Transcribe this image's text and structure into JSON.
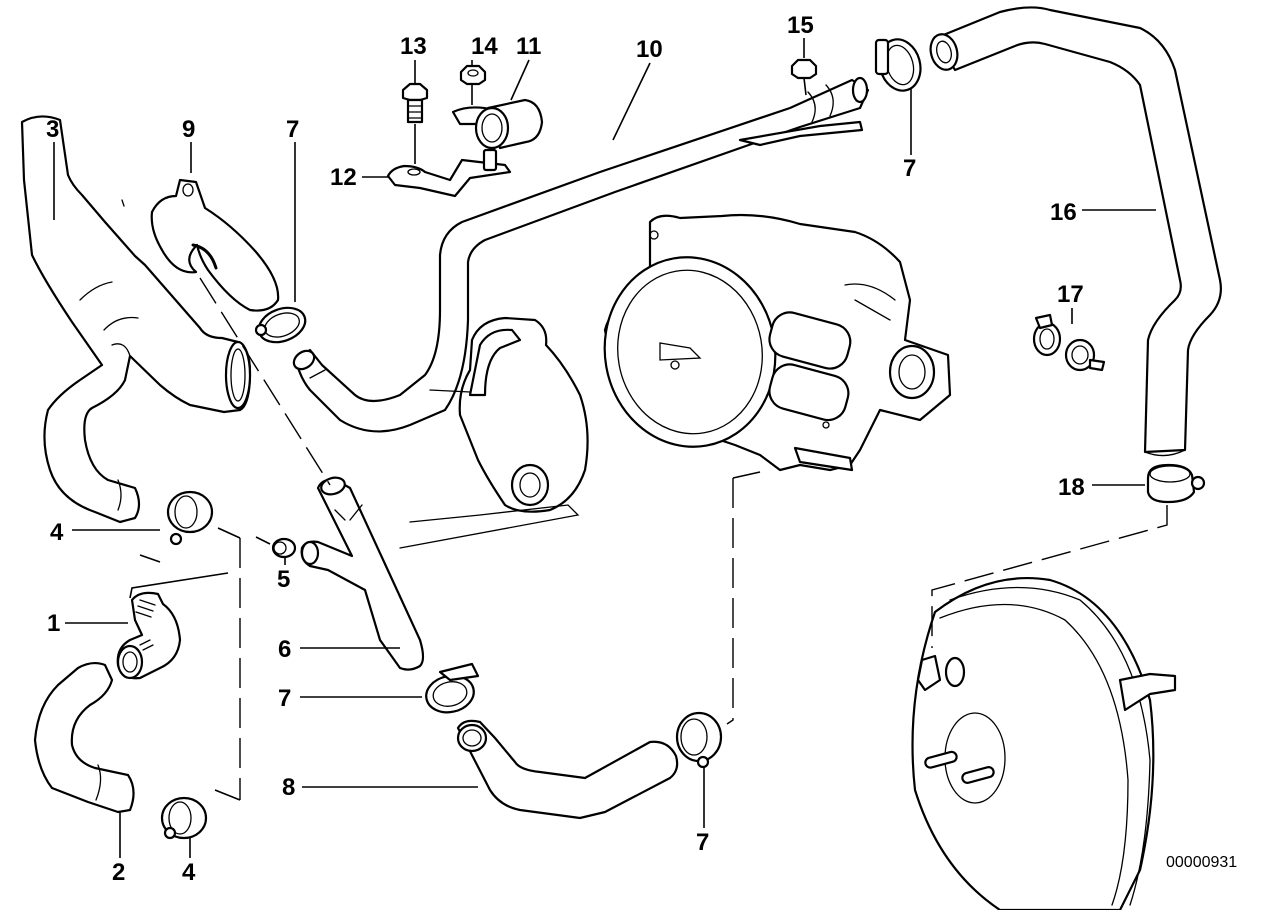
{
  "diagram": {
    "type": "exploded-parts-diagram",
    "reference_number": "00000931",
    "line_color": "#000000",
    "background": "#ffffff",
    "callouts": [
      {
        "id": "c1",
        "label": "1"
      },
      {
        "id": "c2",
        "label": "2"
      },
      {
        "id": "c3",
        "label": "3"
      },
      {
        "id": "c4a",
        "label": "4"
      },
      {
        "id": "c4b",
        "label": "4"
      },
      {
        "id": "c5",
        "label": "5"
      },
      {
        "id": "c6",
        "label": "6"
      },
      {
        "id": "c7a",
        "label": "7"
      },
      {
        "id": "c7b",
        "label": "7"
      },
      {
        "id": "c7c",
        "label": "7"
      },
      {
        "id": "c7d",
        "label": "7"
      },
      {
        "id": "c8",
        "label": "8"
      },
      {
        "id": "c9",
        "label": "9"
      },
      {
        "id": "c10",
        "label": "10"
      },
      {
        "id": "c11",
        "label": "11"
      },
      {
        "id": "c12",
        "label": "12"
      },
      {
        "id": "c13",
        "label": "13"
      },
      {
        "id": "c14",
        "label": "14"
      },
      {
        "id": "c15",
        "label": "15"
      },
      {
        "id": "c16",
        "label": "16"
      },
      {
        "id": "c17",
        "label": "17"
      },
      {
        "id": "c18",
        "label": "18"
      }
    ]
  }
}
